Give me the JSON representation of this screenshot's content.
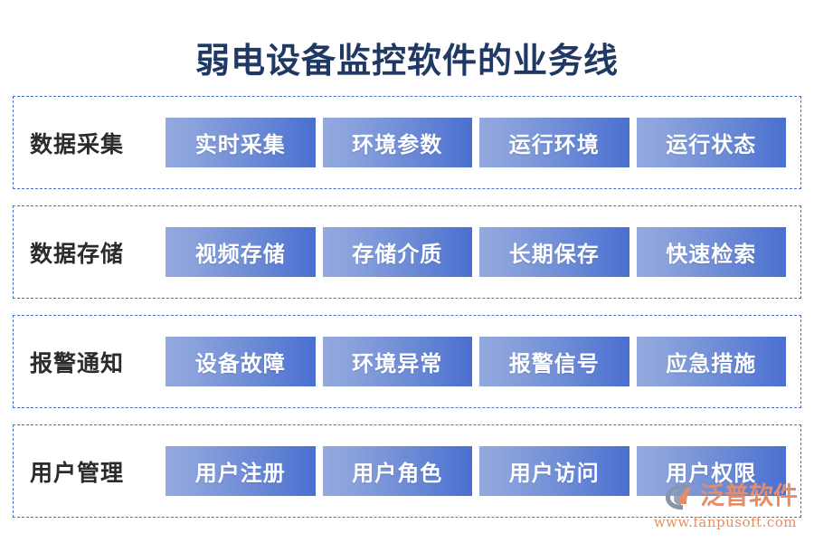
{
  "page": {
    "title": "弱电设备监控软件的业务线",
    "title_color": "#1F3864",
    "background_color": "#FFFFFF",
    "border_color": "#4472C4",
    "cell_gradient_from": "#93A9DF",
    "cell_gradient_to": "#4A6FD0",
    "label_color": "#2B2B2B"
  },
  "rows": [
    {
      "label": "数据采集",
      "cells": [
        {
          "label": "实时采集"
        },
        {
          "label": "环境参数"
        },
        {
          "label": "运行环境"
        },
        {
          "label": "运行状态"
        }
      ]
    },
    {
      "label": "数据存储",
      "cells": [
        {
          "label": "视频存储"
        },
        {
          "label": "存储介质"
        },
        {
          "label": "长期保存"
        },
        {
          "label": "快速检索"
        }
      ]
    },
    {
      "label": "报警通知",
      "cells": [
        {
          "label": "设备故障"
        },
        {
          "label": "环境异常"
        },
        {
          "label": "报警信号"
        },
        {
          "label": "应急措施"
        }
      ]
    },
    {
      "label": "用户管理",
      "cells": [
        {
          "label": "用户注册"
        },
        {
          "label": "用户角色"
        },
        {
          "label": "用户访问"
        },
        {
          "label": "用户权限"
        }
      ]
    }
  ],
  "logo": {
    "name": "泛普软件",
    "url": "www.fanpusoft.com",
    "mark_icon": "fanpu-circle-leaf-icon",
    "text_color": "#E58D68",
    "mark_outer_color": "#8795A8",
    "mark_inner_color": "#E58D68"
  }
}
